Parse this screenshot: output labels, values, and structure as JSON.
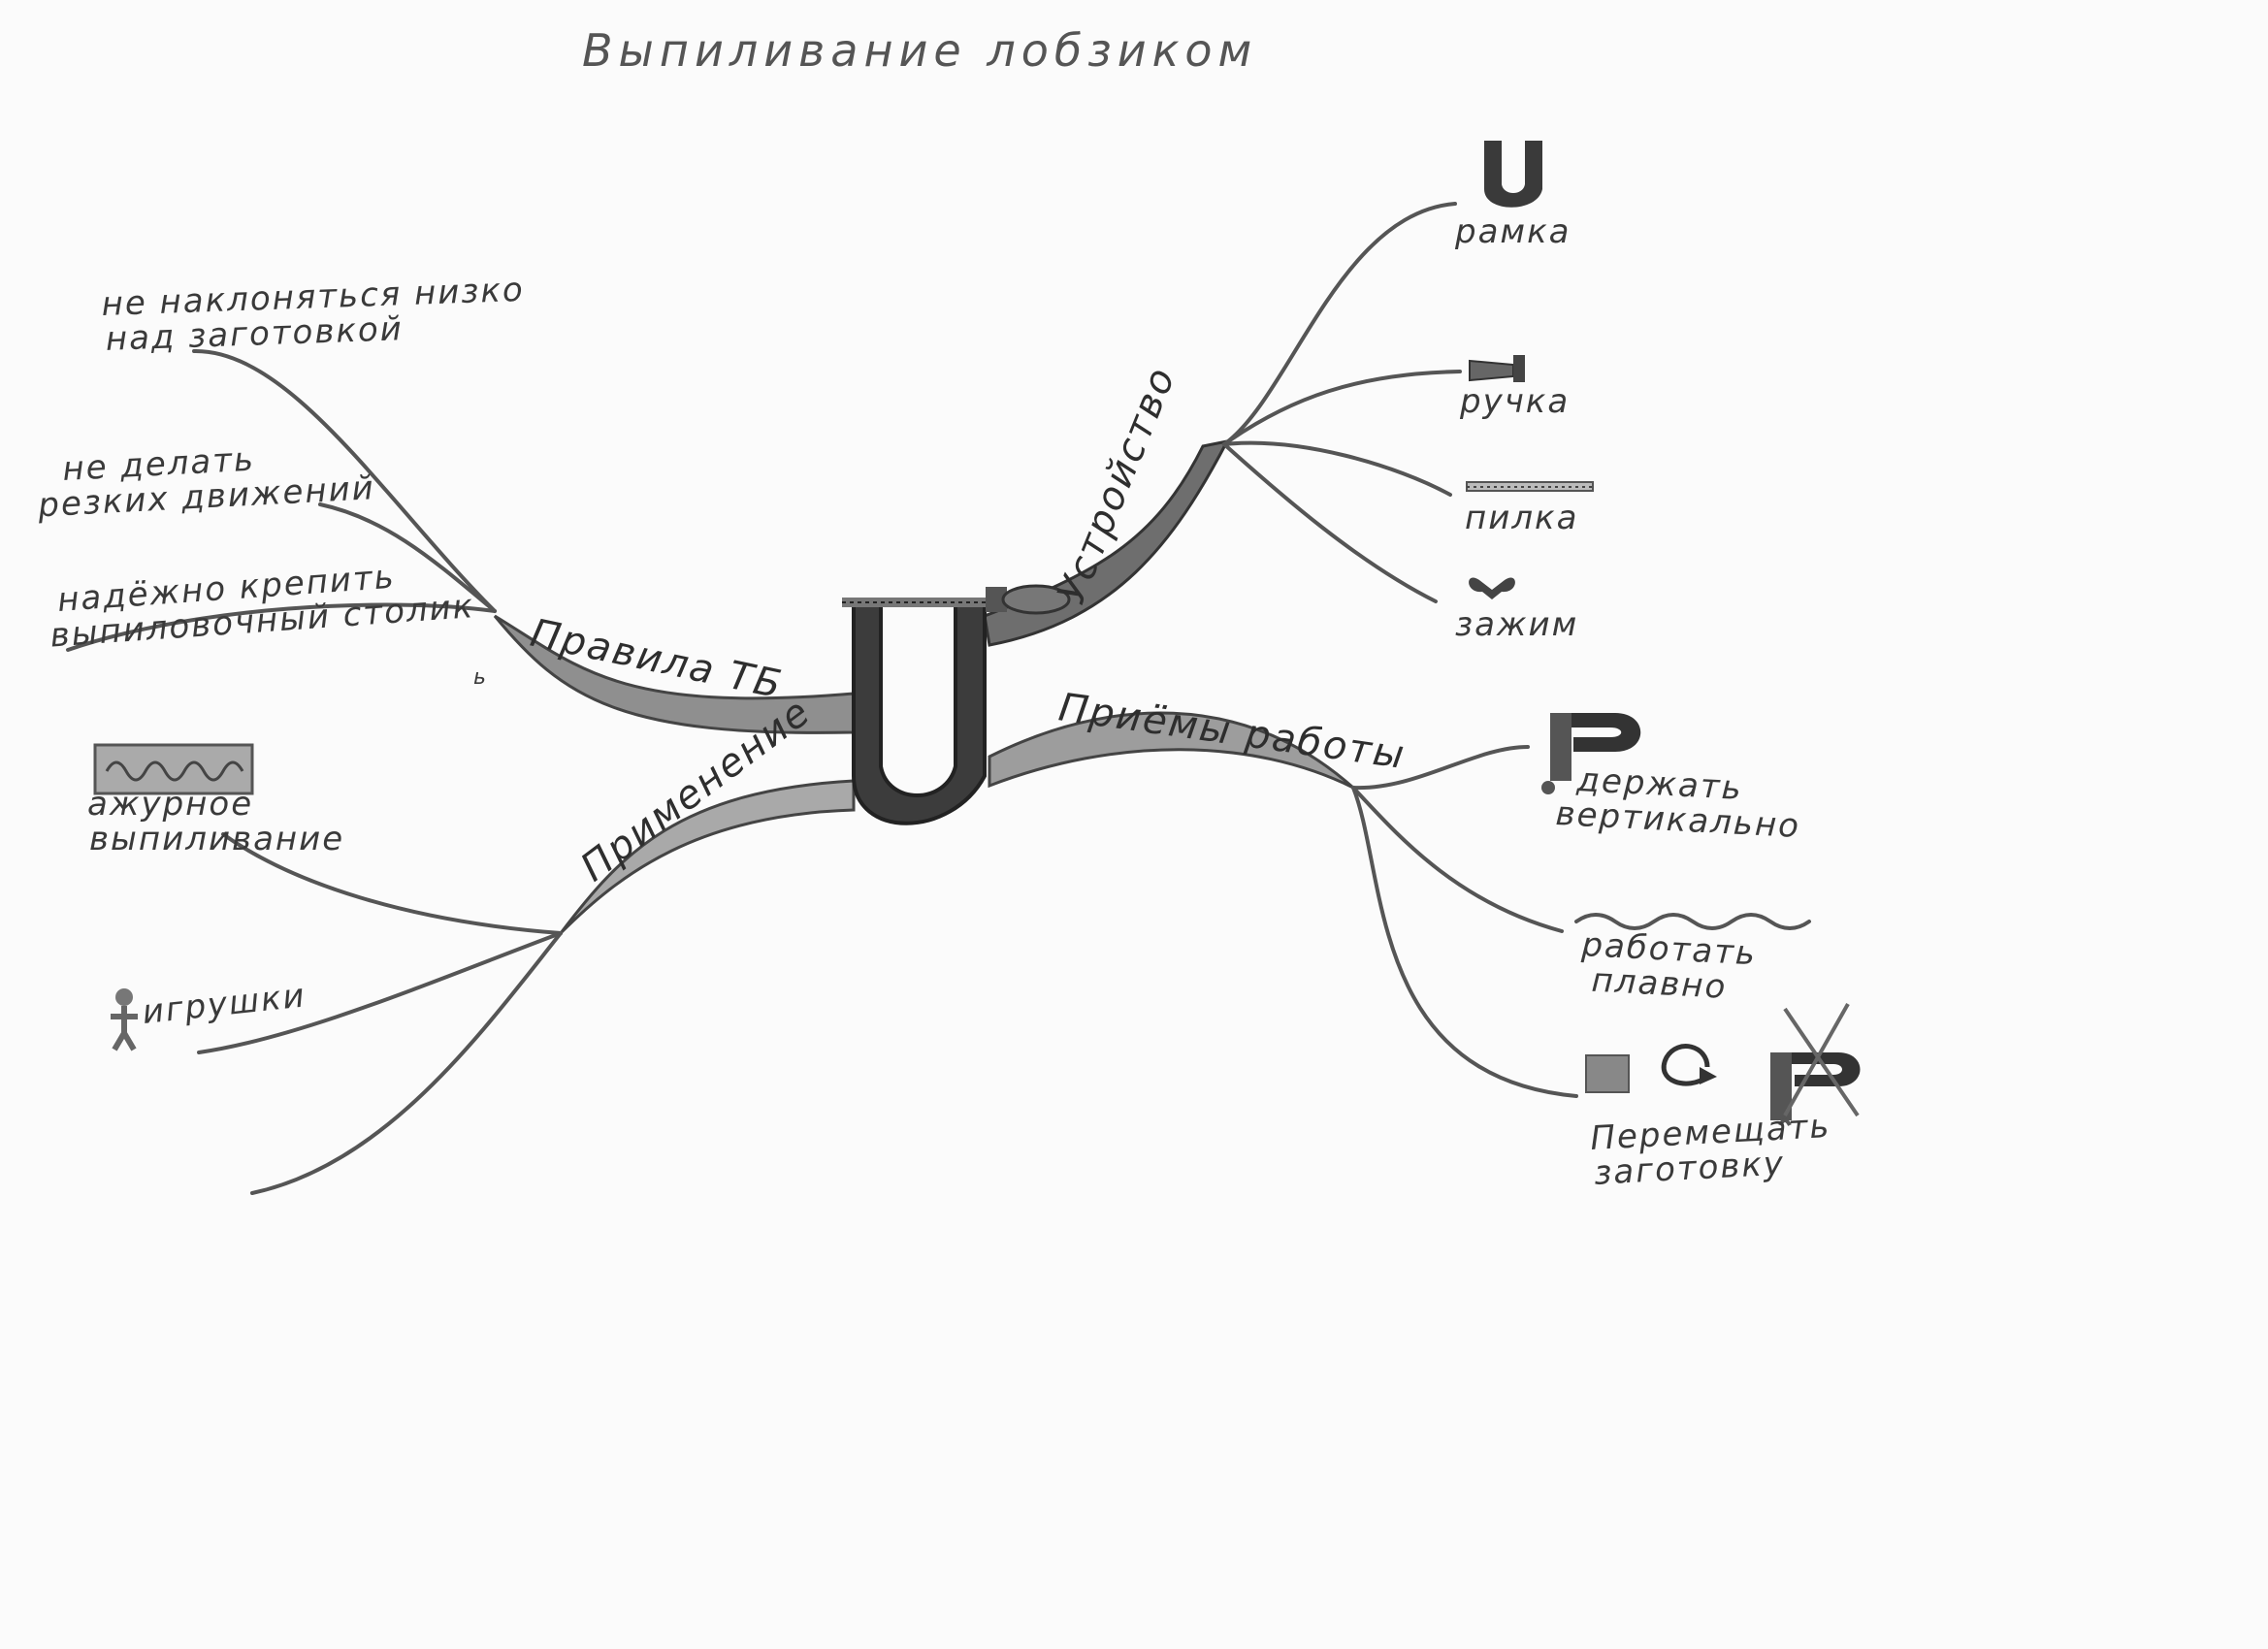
{
  "title": "Выпиливание лобзиком",
  "branches": {
    "device": {
      "label": "Устройство",
      "items": [
        "рамка",
        "ручка",
        "пилка",
        "зажим"
      ]
    },
    "safety": {
      "label": "Правила ТБ",
      "items": [
        [
          "не наклоняться низко",
          "над заготовкой"
        ],
        [
          "не делать",
          "резких движений"
        ],
        [
          "надёжно крепить",
          "выпиловочный столик"
        ]
      ]
    },
    "techniques": {
      "label": "Приёмы работы",
      "items": [
        [
          "держать",
          "вертикально"
        ],
        [
          "работать",
          "плавно"
        ],
        [
          "Перемещать",
          "заготовку"
        ]
      ]
    },
    "application": {
      "label": "Применение",
      "items": [
        [
          "ажурное",
          "выпиливание"
        ],
        [
          "игрушки"
        ]
      ]
    }
  },
  "icons": [
    "saw-frame-icon",
    "handle-icon",
    "blade-icon",
    "clamp-icon",
    "jigsaw-icon",
    "wave-icon",
    "square-icon",
    "rotate-icon",
    "cross-icon",
    "ornament-icon",
    "figure-icon"
  ],
  "colors": {
    "ink": "#3a3a3a",
    "pencil": "#555555",
    "shade": "#9a9a9a",
    "paper": "#fbfbfb"
  }
}
